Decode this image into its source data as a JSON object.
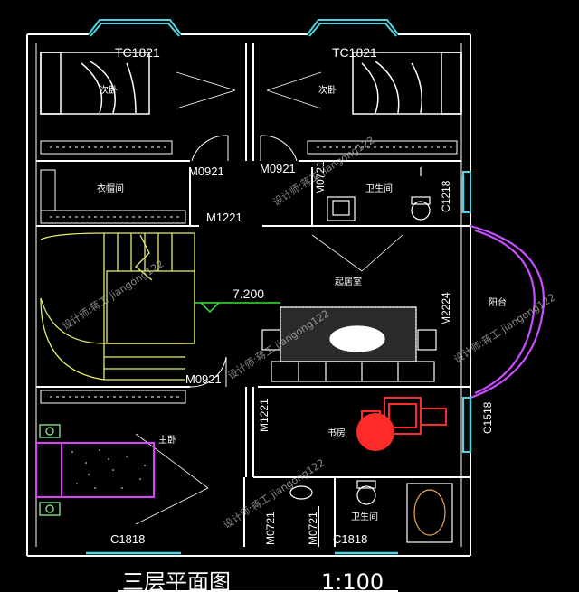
{
  "windows": {
    "bedroom2_left": "TC1821",
    "bedroom2_right": "TC1821",
    "wc_small": "C1218",
    "study": "C1518",
    "master_bottom": "C1818",
    "wc_bottom": "C1818"
  },
  "doors": {
    "door_left_bed2": "M0921",
    "door_right_bed2": "M0921",
    "door_wc_top": "M0721",
    "door_corridor": "M1221",
    "door_balcony": "M2224",
    "door_master": "M0921",
    "door_study": "M1221",
    "door_wc_bottom_a": "M0721",
    "door_wc_bottom_b": "M0721"
  },
  "rooms": {
    "bedroom2_left": "次卧",
    "bedroom2_right": "次卧",
    "closet": "衣帽间",
    "wc_top": "卫生间",
    "living": "起居室",
    "balcony": "阳台",
    "study": "书房",
    "master": "主卧",
    "wc_bottom": "卫生间"
  },
  "elevation": "7.200",
  "watermarks": [
    "设计师:蒋工 jiangong122",
    "设计师:蒋工 jiangong122",
    "设计师:蒋工 jiangong122",
    "设计师:蒋工 jiangong122",
    "设计师:蒋工 jiangong122"
  ],
  "footer": {
    "title": "三层平面图",
    "scale": "1:100"
  },
  "colors": {
    "wall": "#ffffff",
    "window": "#4fd3e0",
    "stair": "#e8ec6a",
    "study_furniture": "#ff2a2a",
    "master_bed": "#e040ff",
    "balcony_rail": "#c84dff",
    "plant": "#7bd07b",
    "elevation_mark": "#39e639"
  }
}
